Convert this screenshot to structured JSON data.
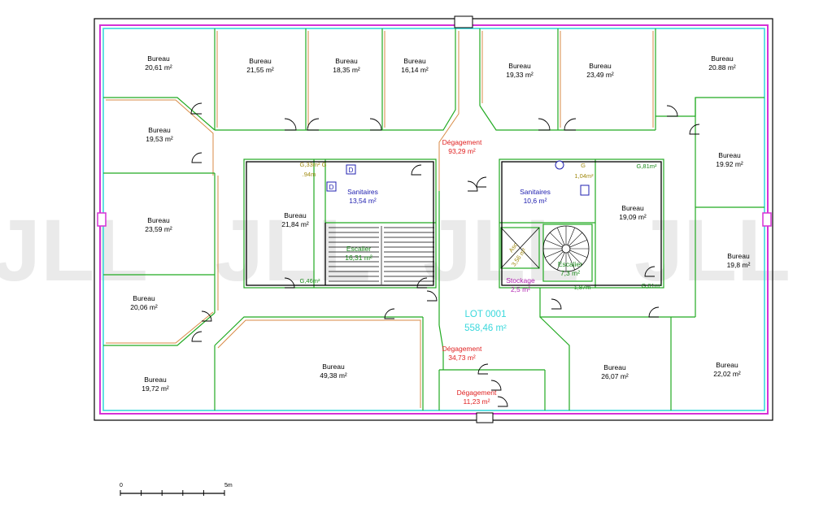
{
  "plan": {
    "watermark": "JLL",
    "lot": {
      "name": "LOT 0001",
      "area": "558,46 m²"
    },
    "colors": {
      "wall": "#000000",
      "outer": "#d631d6",
      "cyan": "#3ad8dc",
      "room": "#22aa22",
      "orange": "#d88a44",
      "red": "#e02020",
      "blue": "#2020b0",
      "green": "#1a8a1a",
      "olive": "#a08a10",
      "magenta": "#b020b0",
      "watermark": "#d9d9d9"
    },
    "rooms": [
      {
        "name": "Bureau",
        "area": "20,61 m²",
        "color": "black"
      },
      {
        "name": "Bureau",
        "area": "21,55 m²",
        "color": "black"
      },
      {
        "name": "Bureau",
        "area": "18,35 m²",
        "color": "black"
      },
      {
        "name": "Bureau",
        "area": "16,14 m²",
        "color": "black"
      },
      {
        "name": "Bureau",
        "area": "19,33 m²",
        "color": "black"
      },
      {
        "name": "Bureau",
        "area": "23,49 m²",
        "color": "black"
      },
      {
        "name": "Bureau",
        "area": "20.88 m²",
        "color": "black"
      },
      {
        "name": "Bureau",
        "area": "19,53 m²",
        "color": "black"
      },
      {
        "name": "Dégagement",
        "area": "93,29 m²",
        "color": "red"
      },
      {
        "name": "Bureau",
        "area": "19.92 m²",
        "color": "black"
      },
      {
        "name": "Sanitaires",
        "area": "13,54 m²",
        "color": "blue"
      },
      {
        "name": "Sanitaires",
        "area": "10,6 m²",
        "color": "blue"
      },
      {
        "name": "Bureau",
        "area": "21,84 m²",
        "color": "black"
      },
      {
        "name": "Bureau",
        "area": "19,09 m²",
        "color": "black"
      },
      {
        "name": "Bureau",
        "area": "23,59 m²",
        "color": "black"
      },
      {
        "name": "Escalier",
        "area": "16,31 m²",
        "color": "green"
      },
      {
        "name": "Escalier",
        "area": "7,3 m²",
        "color": "green"
      },
      {
        "name": "Bureau",
        "area": "19,8 m²",
        "color": "black"
      },
      {
        "name": "Stockage",
        "area": "2,5 m²",
        "color": "magenta"
      },
      {
        "name": "Bureau",
        "area": "20,06 m²",
        "color": "black"
      },
      {
        "name": "Dégagement",
        "area": "34,73 m²",
        "color": "red"
      },
      {
        "name": "Bureau",
        "area": "49,38 m²",
        "color": "black"
      },
      {
        "name": "Bureau",
        "area": "26,07 m²",
        "color": "black"
      },
      {
        "name": "Bureau",
        "area": "22,02 m²",
        "color": "black"
      },
      {
        "name": "Bureau",
        "area": "19,72 m²",
        "color": "black"
      },
      {
        "name": "Dégagement",
        "area": "11,23 m²",
        "color": "red"
      }
    ],
    "small_labels": [
      {
        "text": "G,33m² G",
        "color": "olive"
      },
      {
        "text": ".94m",
        "color": "olive"
      },
      {
        "text": "G",
        "color": "olive"
      },
      {
        "text": "1,04m²",
        "color": "olive"
      },
      {
        "text": "G,81m²",
        "color": "green"
      },
      {
        "text": "G,46m²",
        "color": "green"
      },
      {
        "text": "1,87m",
        "color": "green"
      },
      {
        "text": "G,81m²",
        "color": "green"
      },
      {
        "text": "Asc",
        "color": "olive"
      },
      {
        "text": "3,56 m²",
        "color": "olive"
      }
    ],
    "scale": {
      "start": "0",
      "end": "5m"
    }
  }
}
